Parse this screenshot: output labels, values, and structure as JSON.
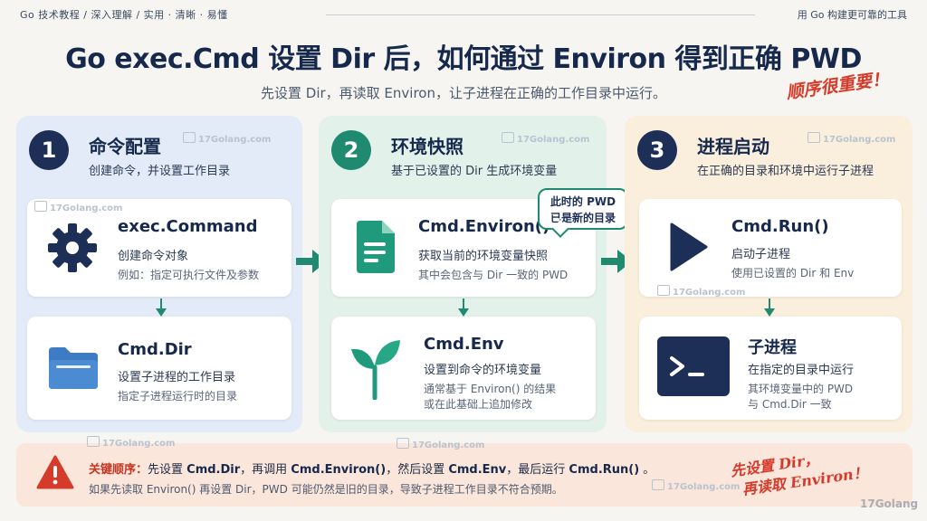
{
  "header": {
    "left_crumbs": "Go 技术教程  /  深入理解  /  实用 · 清晰 · 易懂",
    "right_tagline": "用 Go 构建更可靠的工具"
  },
  "title": "Go exec.Cmd 设置 Dir 后，如何通过 Environ 得到正确 PWD",
  "subtitle": "先设置 Dir，再读取 Environ，让子进程在正确的工作目录中运行。",
  "note_top": "顺序很重要！",
  "steps": [
    {
      "num": "1",
      "title": "命令配置",
      "subtitle": "创建命令，并设置工作目录",
      "cards": [
        {
          "title": "exec.Command",
          "desc": "创建命令对象",
          "note": "例如：指定可执行文件及参数",
          "icon": "gear-icon"
        },
        {
          "title": "Cmd.Dir",
          "desc": "设置子进程的工作目录",
          "note": "指定子进程运行时的目录",
          "icon": "folder-icon"
        }
      ]
    },
    {
      "num": "2",
      "title": "环境快照",
      "subtitle": "基于已设置的 Dir 生成环境变量",
      "cards": [
        {
          "title": "Cmd.Environ()",
          "desc": "获取当前的环境变量快照",
          "note": "其中会包含与 Dir 一致的 PWD",
          "icon": "document-icon"
        },
        {
          "title": "Cmd.Env",
          "desc": "设置到命令的环境变量",
          "note_line1": "通常基于 Environ() 的结果",
          "note_line2": "或在此基础上追加修改",
          "icon": "sprout-icon"
        }
      ]
    },
    {
      "num": "3",
      "title": "进程启动",
      "subtitle": "在正确的目录和环境中运行子进程",
      "cards": [
        {
          "title": "Cmd.Run()",
          "desc": "启动子进程",
          "note": "使用已设置的 Dir 和 Env",
          "icon": "play-icon"
        },
        {
          "title": "子进程",
          "desc": "在指定的目录中运行",
          "note_line1": "其环境变量中的 PWD",
          "note_line2": "与 Cmd.Dir 一致",
          "icon": "terminal-icon"
        }
      ]
    }
  ],
  "bubble": {
    "line1": "此时的 PWD",
    "line2": "已是新的目录"
  },
  "bottom": {
    "key_label": "关键顺序：",
    "seq_1": "先设置 ",
    "seq_dir": "Cmd.Dir",
    "seq_2": "，再调用 ",
    "seq_environ": "Cmd.Environ()",
    "seq_3": "，然后设置 ",
    "seq_env": "Cmd.Env",
    "seq_4": "，最后运行 ",
    "seq_run": "Cmd.Run()",
    "seq_5": " 。",
    "line2": "如果先读取 Environ() 再设置 Dir，PWD 可能仍然是旧的目录，导致子进程工作目录不符合预期。"
  },
  "note_bottom": {
    "line1": "先设置 Dir，",
    "line2": "再读取 Environ！"
  },
  "watermark": "17Golang.com",
  "brand": "17Golang",
  "colors": {
    "navy": "#1d2f57",
    "green": "#1f8a70",
    "red": "#d63a2a",
    "blue_icon": "#3d7bc4"
  }
}
